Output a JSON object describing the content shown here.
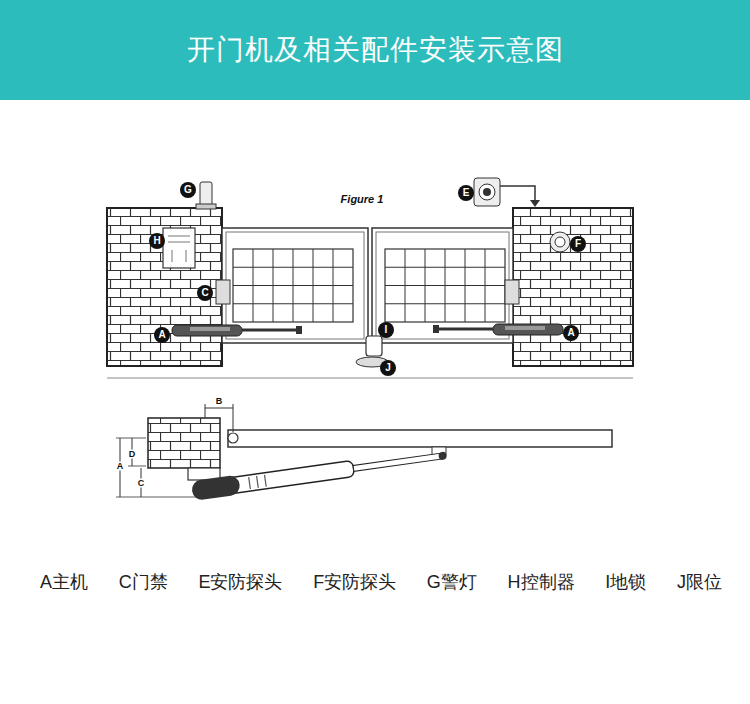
{
  "diagram": {
    "title": "开门机及相关配件安装示意图",
    "nodes": [
      {
        "text": [
          "G"
        ]
      },
      {
        "text": [
          "E"
        ]
      },
      {
        "text": [
          "H"
        ]
      },
      {
        "text": [
          "F"
        ]
      },
      {
        "text": [
          "C"
        ]
      },
      {
        "text": [
          "I"
        ]
      },
      {
        "text": [
          "A"
        ]
      },
      {
        "text": [
          "A"
        ]
      },
      {
        "text": [
          "J"
        ]
      }
    ],
    "labels": [
      "Figure 1",
      "B",
      "D",
      "A",
      "C",
      "A主机",
      "C门禁",
      "E安防探头",
      "F安防探头",
      "G警灯",
      "H控制器",
      "I地锁",
      "J限位"
    ]
  }
}
